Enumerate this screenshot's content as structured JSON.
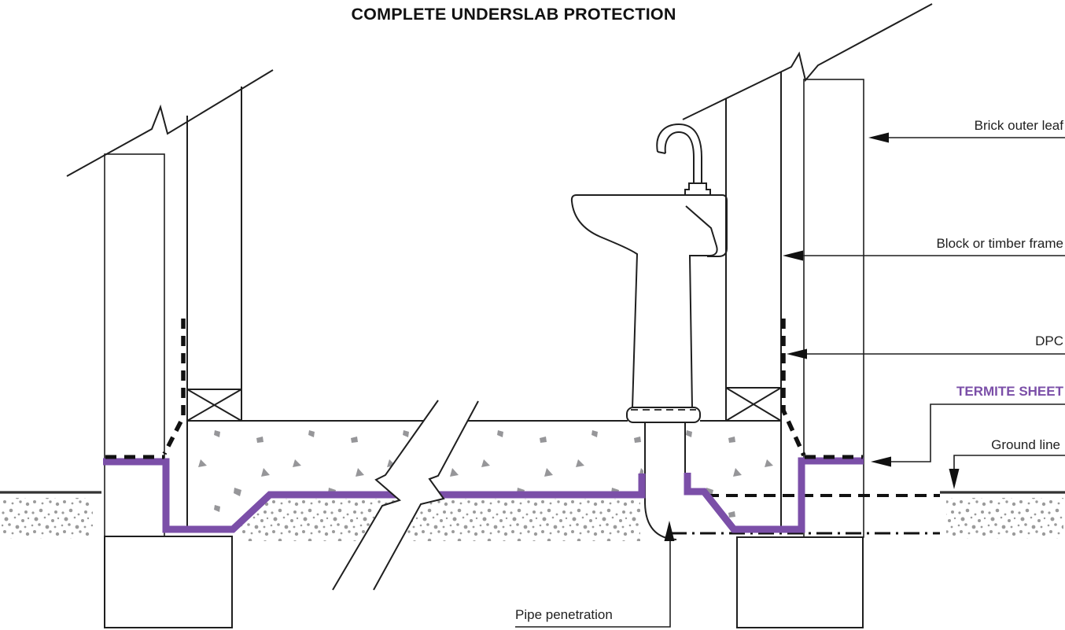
{
  "title": "COMPLETE UNDERSLAB PROTECTION",
  "labels": {
    "brick_outer_leaf": "Brick outer leaf",
    "block_or_timber_frame": "Block or timber frame",
    "dpc": "DPC",
    "termite_sheet": "TERMITE SHEET",
    "ground_line": "Ground line",
    "pipe_penetration": "Pipe penetration"
  },
  "colors": {
    "termite_sheet": "#7B4FA8",
    "line": "#1F1F1F",
    "concrete_speckle": "#969699",
    "soil_dot": "#9B9B9B"
  }
}
